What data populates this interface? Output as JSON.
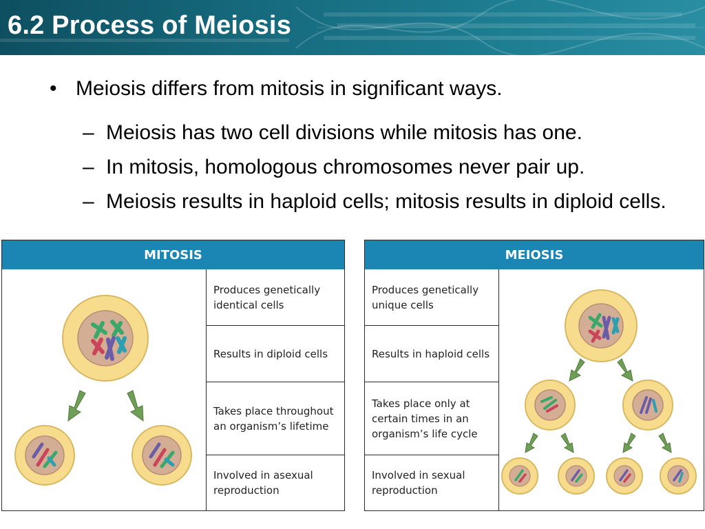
{
  "slide": {
    "title": "6.2 Process of Meiosis",
    "bullet": "Meiosis differs from mitosis in significant ways.",
    "bullet_marker": "•",
    "dash_marker": "–",
    "subpoints": [
      "Meiosis has two cell divisions while mitosis has one.",
      "In mitosis, homologous chromosomes never pair up.",
      "Meiosis results in haploid cells; mitosis results in diploid cells."
    ]
  },
  "mitosis": {
    "header": "MITOSIS",
    "rows": [
      "Produces genetically identical cells",
      "Results in diploid cells",
      "Takes place throughout an organism’s lifetime",
      "Involved in asexual reproduction"
    ]
  },
  "meiosis": {
    "header": "MEIOSIS",
    "rows": [
      "Produces genetically unique cells",
      "Results in haploid cells",
      "Takes place only at certain times in an organism’s life cycle",
      "Involved in sexual reproduction"
    ]
  },
  "colors": {
    "header_bg": "#16697c",
    "table_header": "#1b86b4",
    "cell_fill": "#f6dc8c",
    "nucleus": "#d4ad95",
    "chrom_green": "#3aa86a",
    "chrom_purple": "#6b5ca8",
    "chrom_red": "#c8455a",
    "chrom_teal": "#2e9fb0",
    "arrow": "#6f9e56"
  }
}
